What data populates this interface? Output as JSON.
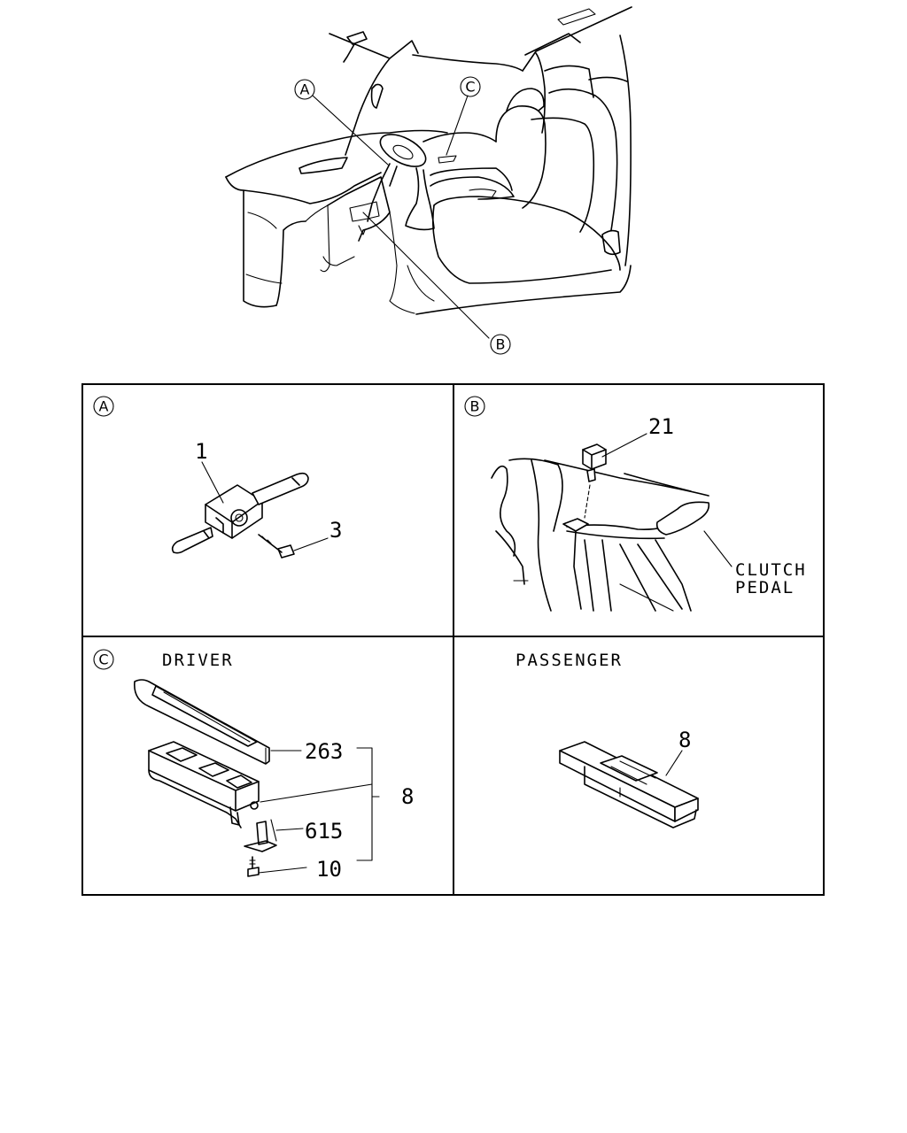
{
  "callouts": {
    "a": "A",
    "b": "B",
    "c": "C"
  },
  "panel_a": {
    "circle_label": "A",
    "part_numbers": [
      "1",
      "3"
    ]
  },
  "panel_b": {
    "circle_label": "B",
    "part_number": "21",
    "caption_line1": "CLUTCH",
    "caption_line2": "PEDAL"
  },
  "panel_c": {
    "circle_label": "C",
    "title": "DRIVER",
    "part_numbers": [
      "263",
      "8",
      "615",
      "10"
    ]
  },
  "panel_d": {
    "title": "PASSENGER",
    "part_number": "8"
  }
}
